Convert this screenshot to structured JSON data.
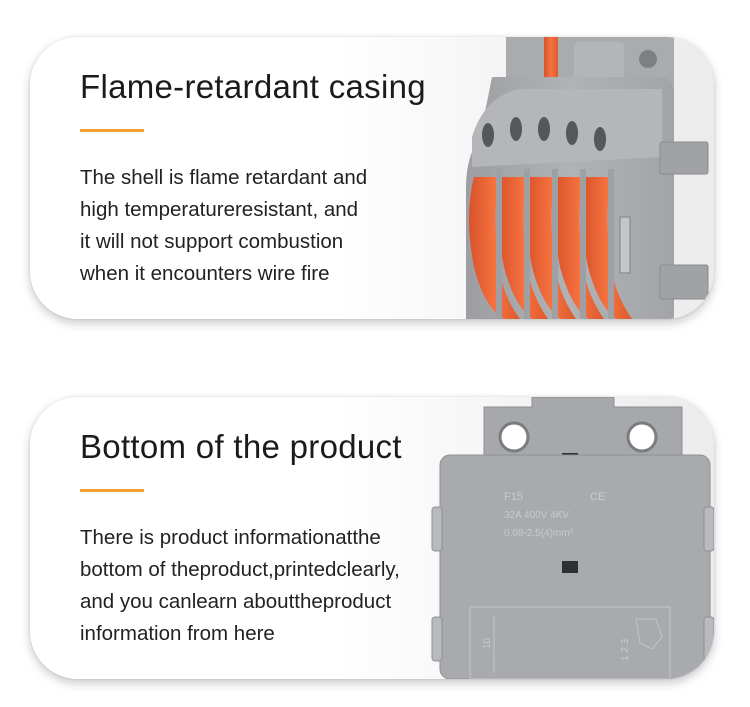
{
  "colors": {
    "accent": "#f0a030",
    "casing_gray": "#a6a8ab",
    "lever_orange": "#f0663a"
  },
  "sections": [
    {
      "title": "Flame-retardant casing",
      "lines": [
        "The shell is flame retardant and",
        "high temperatureresistant, and",
        "it will not support combustion",
        "when it encounters wire fire"
      ],
      "image": "connector-side-view"
    },
    {
      "title": "Bottom of the product",
      "lines": [
        "There is product informationatthe",
        "bottom of theproduct,printedclearly,",
        "and you canlearn abouttheproduct",
        "information from here"
      ],
      "image": "connector-bottom-view",
      "markings": {
        "model": "F15",
        "cert": "CE",
        "rating": "32A 400V 4KV",
        "wire": "0.08-2.5(4)mm²",
        "strip_length": "10",
        "steps": "1 2 3"
      }
    }
  ]
}
